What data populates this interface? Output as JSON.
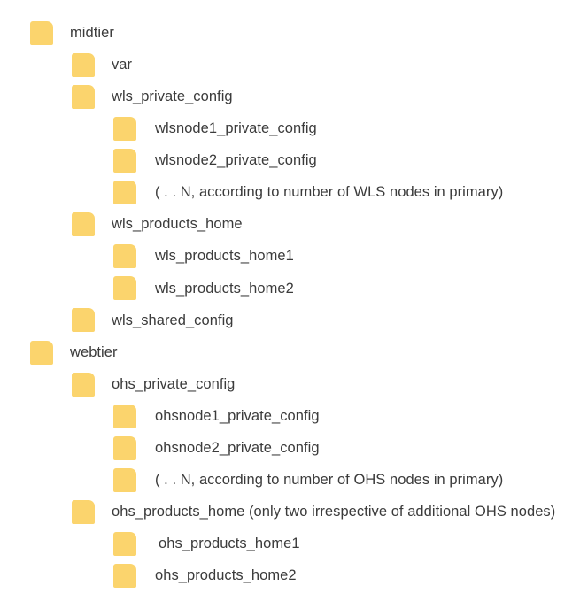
{
  "diagram": {
    "type": "folder-tree",
    "title": "",
    "colors": {
      "folder": "#fbd46d",
      "text": "#3b3b3b",
      "background": "#ffffff"
    },
    "nodes": [
      {
        "label": "midtier",
        "level": 1,
        "icon": "folder-icon"
      },
      {
        "label": "var",
        "level": 2,
        "icon": "folder-icon"
      },
      {
        "label": "wls_private_config",
        "level": 2,
        "icon": "folder-icon"
      },
      {
        "label": "wlsnode1_private_config",
        "level": 3,
        "icon": "folder-icon"
      },
      {
        "label": "wlsnode2_private_config",
        "level": 3,
        "icon": "folder-icon"
      },
      {
        "label": "( . . N, according to number of WLS nodes in primary)",
        "level": 3,
        "icon": "folder-icon"
      },
      {
        "label": "wls_products_home",
        "level": 2,
        "icon": "folder-icon"
      },
      {
        "label": "wls_products_home1",
        "level": 3,
        "icon": "folder-icon"
      },
      {
        "label": "wls_products_home2",
        "level": 3,
        "icon": "folder-icon"
      },
      {
        "label": "wls_shared_config",
        "level": 2,
        "icon": "folder-icon"
      },
      {
        "label": "webtier",
        "level": 1,
        "icon": "folder-icon"
      },
      {
        "label": "ohs_private_config",
        "level": 2,
        "icon": "folder-icon"
      },
      {
        "label": "ohsnode1_private_config",
        "level": 3,
        "icon": "folder-icon"
      },
      {
        "label": "ohsnode2_private_config",
        "level": 3,
        "icon": "folder-icon"
      },
      {
        "label": "( . . N, according to number of OHS nodes in primary)",
        "level": 3,
        "icon": "folder-icon"
      },
      {
        "label": "ohs_products_home (only two irrespective of additional OHS nodes)",
        "level": 2,
        "icon": "folder-icon"
      },
      {
        "label": "ohs_products_home1",
        "level": 3,
        "icon": "folder-icon"
      },
      {
        "label": "ohs_products_home2",
        "level": 3,
        "icon": "folder-icon"
      }
    ]
  }
}
